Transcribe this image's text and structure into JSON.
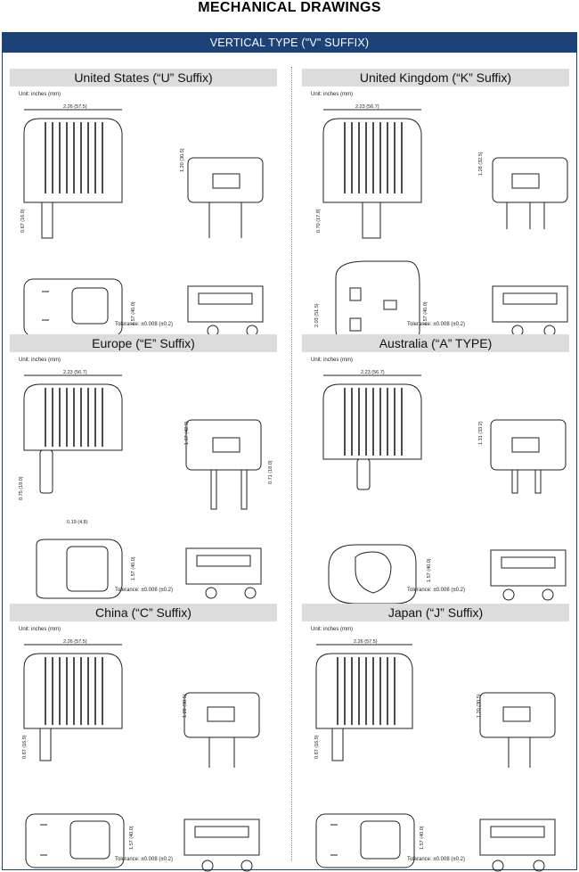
{
  "title": "MECHANICAL DRAWINGS",
  "banner": "VERTICAL TYPE (\"V\" SUFFIX)",
  "panels": [
    {
      "key": "us",
      "heading": "United States (“U” Suffix)",
      "unit": "Unit: inches (mm)",
      "width_dim": "2.26 (57.5)",
      "height_dim": "1.20 (30.5)",
      "blade_dim": "0.67 (16.9)",
      "depth_dim": "1.57 (40.0)",
      "tolerance": "Tolerance: ±0.008 (±0.2)"
    },
    {
      "key": "uk",
      "heading": "United Kingdom (“K” Suffix)",
      "unit": "Unit: inches (mm)",
      "width_dim": "2.23 (56.7)",
      "height_dim": "1.28 (32.5)",
      "blade_dim": "0.70 (17.9)",
      "face_dim": "2.03 (51.5)",
      "depth_dim": "1.57 (40.0)",
      "tolerance": "Tolerance: ±0.008 (±0.2)"
    },
    {
      "key": "eu",
      "heading": "Europe (“E” Suffix)",
      "unit": "Unit: inches (mm)",
      "width_dim": "2.23 (56.7)",
      "height_dim": "1.67 (42.3)",
      "pin_len_dim": "0.71 (18.0)",
      "pin_dim": "0.75 (19.0)",
      "pin_dia_dim": "0.19 (4.8)",
      "depth_dim": "1.57 (40.0)",
      "tolerance": "Tolerance: ±0.008 (±0.2)"
    },
    {
      "key": "au",
      "heading": "Australia (“A” TYPE)",
      "unit": "Unit: inches (mm)",
      "width_dim": "2.23 (56.7)",
      "height_dim": "1.31 (33.2)",
      "depth_dim": "1.57 (40.0)",
      "tolerance": "Tolerance: ±0.008 (±0.2)"
    },
    {
      "key": "cn",
      "heading": "China (“C” Suffix)",
      "unit": "Unit: inches (mm)",
      "width_dim": "2.26 (57.5)",
      "height_dim": "1.20 (30.5)",
      "blade_dim": "0.67 (16.9)",
      "depth_dim": "1.57 (40.0)",
      "tolerance": "Tolerance: ±0.008 (±0.2)"
    },
    {
      "key": "jp",
      "heading": "Japan (“J” Suffix)",
      "unit": "Unit: inches (mm)",
      "width_dim": "2.26 (57.5)",
      "height_dim": "1.20 (30.5)",
      "blade_dim": "0.67 (16.9)",
      "depth_dim": "1.57 (40.0)",
      "tolerance": "Tolerance: ±0.008 (±0.2)"
    }
  ]
}
